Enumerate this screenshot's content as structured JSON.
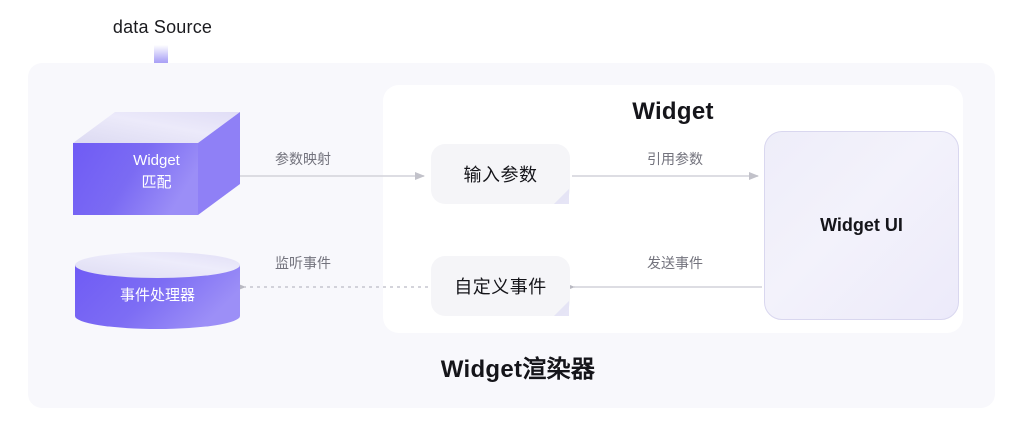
{
  "diagram": {
    "source_label": "data Source",
    "renderer_caption": "Widget渲染器",
    "widget_panel_title": "Widget",
    "nodes": {
      "cube": {
        "line1": "Widget",
        "line2": "匹配"
      },
      "cylinder": {
        "label": "事件处理器"
      },
      "input_params": {
        "label": "输入参数"
      },
      "custom_event": {
        "label": "自定义事件"
      },
      "widget_ui": {
        "label": "Widget UI"
      }
    },
    "edges": {
      "param_mapping": {
        "label": "参数映射",
        "style": "solid",
        "direction": "right"
      },
      "ref_param": {
        "label": "引用参数",
        "style": "solid",
        "direction": "right"
      },
      "listen_event": {
        "label": "监听事件",
        "style": "dotted",
        "direction": "left"
      },
      "send_event": {
        "label": "发送事件",
        "style": "solid",
        "direction": "left"
      }
    },
    "colors": {
      "accent_purple": "#5b4ef0",
      "accent_purple_light": "#8d84f5",
      "cube_top": "#e5e4f6",
      "panel_bg": "#f8f8fc",
      "inner_panel_bg": "#ffffff",
      "bubble_bg": "#f5f5f8",
      "edge_gray": "#c9c9d1",
      "text_dark": "#15151a",
      "text_muted": "#73737d"
    }
  }
}
